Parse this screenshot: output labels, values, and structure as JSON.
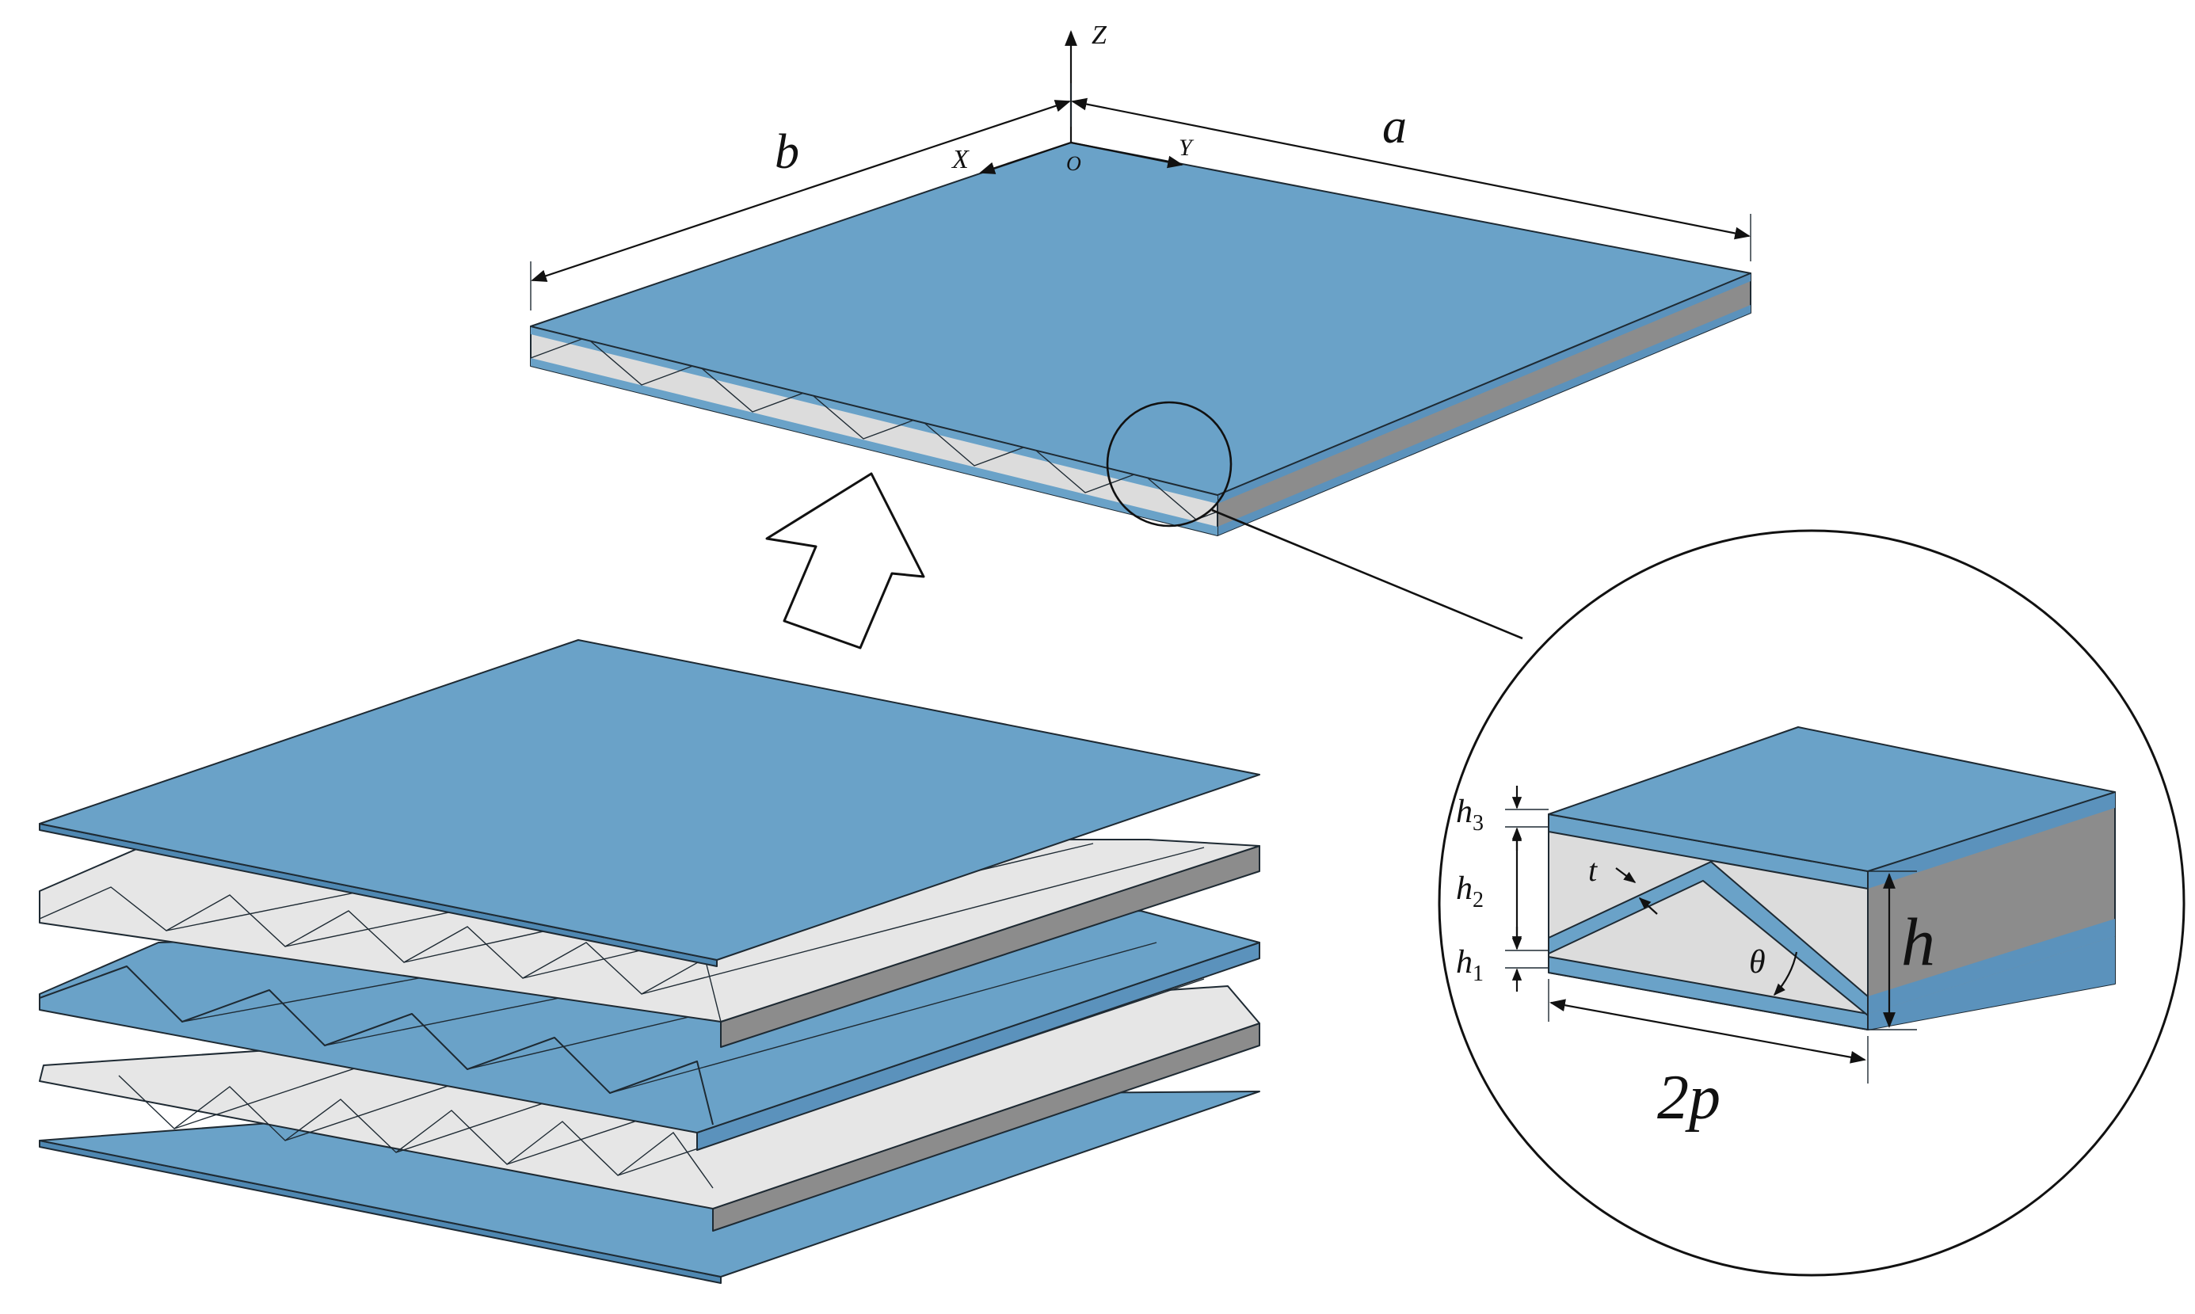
{
  "labels": {
    "axis_z": "Z",
    "axis_x": "X",
    "axis_y": "Y",
    "origin": "O",
    "dim_a": "a",
    "dim_b": "b",
    "h1": "h",
    "h1_sub": "1",
    "h2": "h",
    "h2_sub": "2",
    "h3": "h",
    "h3_sub": "3",
    "t": "t",
    "theta": "θ",
    "h": "h",
    "two_p": "2p"
  },
  "colors": {
    "face_sheet": "#6aa2c8",
    "core_light": "#dcdcdc",
    "core_side": "#8c8c8c"
  }
}
